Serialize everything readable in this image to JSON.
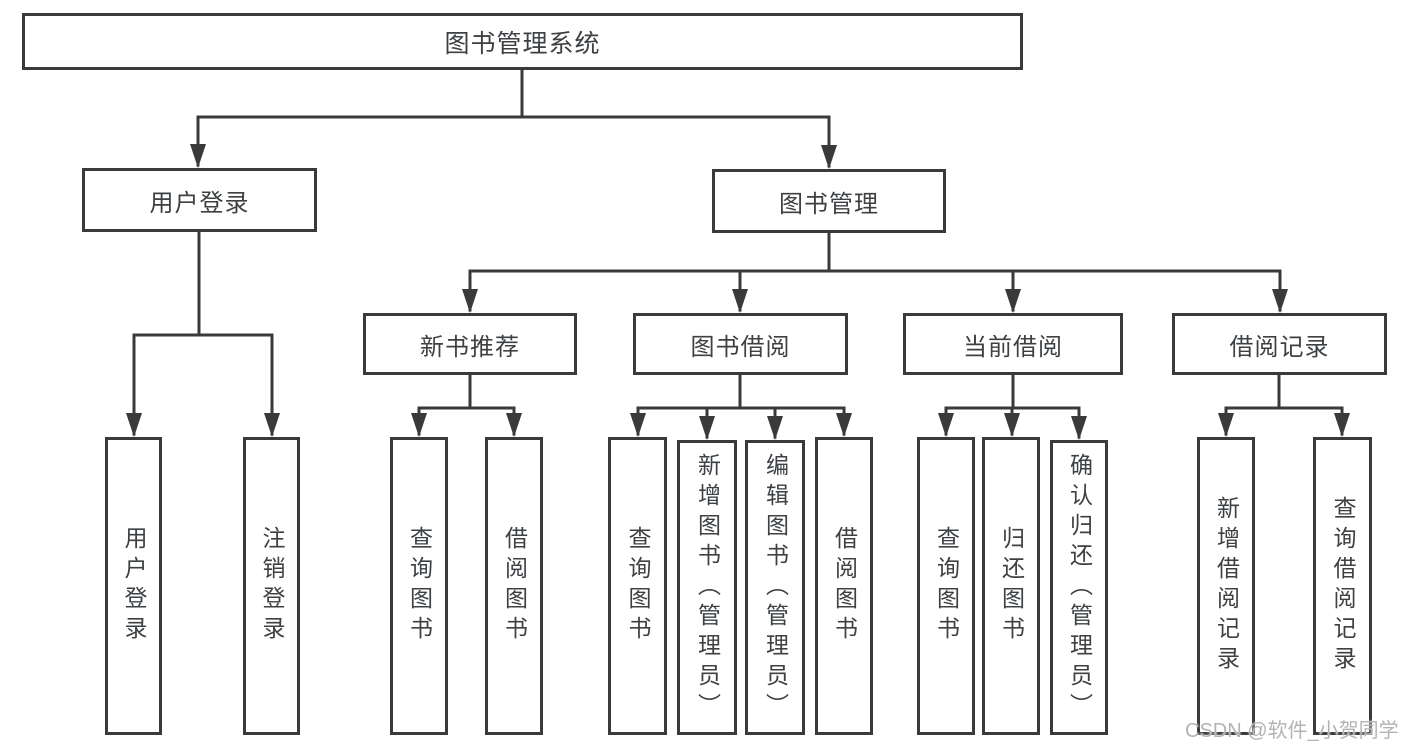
{
  "diagram_title": "图书管理系统",
  "tree": {
    "root": {
      "label": "图书管理系统"
    },
    "branches": [
      {
        "label": "用户登录",
        "leaves": [
          {
            "label": "用户登录"
          },
          {
            "label": "注销登录"
          }
        ]
      },
      {
        "label": "图书管理",
        "sections": [
          {
            "label": "新书推荐",
            "leaves": [
              {
                "label": "查询图书"
              },
              {
                "label": "借阅图书"
              }
            ]
          },
          {
            "label": "图书借阅",
            "leaves": [
              {
                "label": "查询图书"
              },
              {
                "label": "新增图书（管理员）"
              },
              {
                "label": "编辑图书（管理员）"
              },
              {
                "label": "借阅图书"
              }
            ]
          },
          {
            "label": "当前借阅",
            "leaves": [
              {
                "label": "查询图书"
              },
              {
                "label": "归还图书"
              },
              {
                "label": "确认归还（管理员）"
              }
            ]
          },
          {
            "label": "借阅记录",
            "leaves": [
              {
                "label": "新增借阅记录"
              },
              {
                "label": "查询借阅记录"
              }
            ]
          }
        ]
      }
    ]
  },
  "watermark": {
    "text": "CSDN @软件_小贺同学"
  },
  "colors": {
    "line": "#3a3a3a",
    "box_border": "#3a3a3a",
    "text": "#3e4144",
    "watermark": "#b3b3b3",
    "background": "#ffffff"
  }
}
